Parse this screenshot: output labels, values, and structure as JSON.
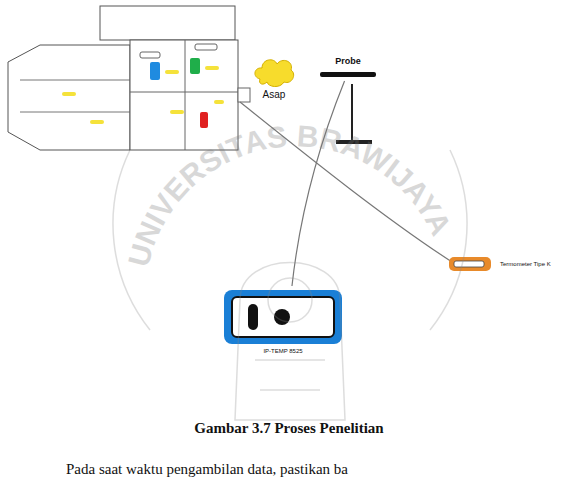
{
  "diagram": {
    "caption": "Gambar 3.7 Proses Penelitian",
    "nodes": [
      {
        "text": [
          "Asap"
        ]
      },
      {
        "text": [
          "Probe"
        ]
      },
      {
        "text": [
          "IP-TEMP 8525"
        ]
      },
      {
        "text": [
          "Termometer Tipe K"
        ]
      }
    ],
    "edges": [
      {
        "from": 1,
        "to": 2,
        "arrow": "none"
      }
    ],
    "labels": [
      "UNIVERSITAS BRAWIJAYA",
      "Pada saat waktu pengambilan data, pastikan ba"
    ]
  }
}
